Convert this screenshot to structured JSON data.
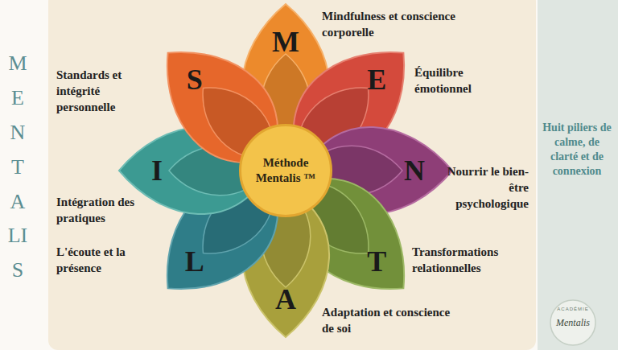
{
  "diagram": {
    "nodes": [
      {
        "text": [
          "M",
          "Mindfulness et conscience corporelle"
        ]
      },
      {
        "text": [
          "E",
          "Équilibre émotionnel"
        ]
      },
      {
        "text": [
          "N",
          "Nourrir le bien-être psychologique"
        ]
      },
      {
        "text": [
          "T",
          "Transformations relationnelles"
        ]
      },
      {
        "text": [
          "A",
          "Adaptation et conscience de soi"
        ]
      },
      {
        "text": [
          "L",
          "L'écoute et la présence"
        ]
      },
      {
        "text": [
          "I",
          "Intégration des pratiques"
        ]
      },
      {
        "text": [
          "S",
          "Standards et intégrité personnelle"
        ]
      },
      {
        "text": [
          "Méthode Mentalis ™"
        ]
      }
    ],
    "labels": [
      "MENTALIS",
      "Huit piliers de calme, de clarté et de connexion",
      "ACADÉMIE",
      "Mentalis"
    ]
  }
}
